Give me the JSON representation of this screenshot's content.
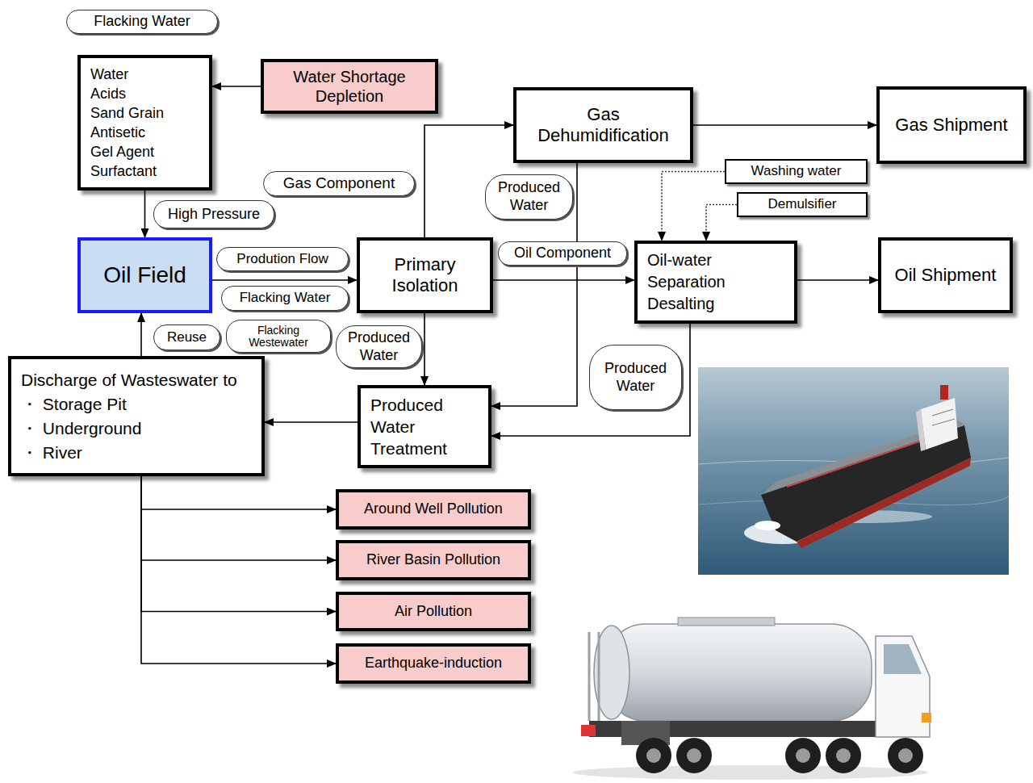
{
  "diagram": {
    "nodes": [
      {
        "text": [
          "Flacking Water"
        ]
      },
      {
        "text": [
          "Water",
          "Acids",
          "Sand Grain",
          "Antisetic",
          "Gel Agent",
          "Surfactant"
        ]
      },
      {
        "text": [
          "Water Shortage Depletion"
        ]
      },
      {
        "text": [
          "Gas Dehumidification"
        ]
      },
      {
        "text": [
          "Gas Shipment"
        ]
      },
      {
        "text": [
          "Gas Component"
        ]
      },
      {
        "text": [
          "Produced Water"
        ]
      },
      {
        "text": [
          "Washing water"
        ]
      },
      {
        "text": [
          "Demulsifier"
        ]
      },
      {
        "text": [
          "High Pressure"
        ]
      },
      {
        "text": [
          "Oil Field"
        ]
      },
      {
        "text": [
          "Prodution Flow"
        ]
      },
      {
        "text": [
          "Primary Isolation"
        ]
      },
      {
        "text": [
          "Oil Component"
        ]
      },
      {
        "text": [
          "Oil-water Separation Desalting"
        ]
      },
      {
        "text": [
          "Oil Shipment"
        ]
      },
      {
        "text": [
          "Flacking Water"
        ]
      },
      {
        "text": [
          "Reuse"
        ]
      },
      {
        "text": [
          "Flacking Westewater"
        ]
      },
      {
        "text": [
          "Produced Water"
        ]
      },
      {
        "text": [
          "Produced Water"
        ]
      },
      {
        "text": [
          "Discharge of Wasteswater to",
          "・ Storage Pit",
          "・ Underground",
          "・ River"
        ]
      },
      {
        "text": [
          "Produced Water Treatment"
        ]
      },
      {
        "text": [
          "Around Well Pollution"
        ]
      },
      {
        "text": [
          "River Basin Pollution"
        ]
      },
      {
        "text": [
          "Air Pollution"
        ]
      },
      {
        "text": [
          "Earthquake-induction"
        ]
      }
    ],
    "edges": [
      {
        "from": 2,
        "to": 1,
        "arrow": "to"
      },
      {
        "from": 1,
        "to": 10,
        "arrow": "to"
      },
      {
        "from": 10,
        "to": 12,
        "arrow": "to"
      },
      {
        "from": 12,
        "to": 3,
        "arrow": "to"
      },
      {
        "from": 12,
        "to": 14,
        "arrow": "to"
      },
      {
        "from": 3,
        "to": 4,
        "arrow": "to"
      },
      {
        "from": 3,
        "to": 22,
        "arrow": "to"
      },
      {
        "from": 7,
        "to": 14,
        "arrow": "to"
      },
      {
        "from": 8,
        "to": 14,
        "arrow": "to"
      },
      {
        "from": 14,
        "to": 15,
        "arrow": "to"
      },
      {
        "from": 14,
        "to": 22,
        "arrow": "to"
      },
      {
        "from": 12,
        "to": 22,
        "arrow": "to"
      },
      {
        "from": 22,
        "to": 21,
        "arrow": "to"
      },
      {
        "from": 21,
        "to": 10,
        "arrow": "to"
      },
      {
        "from": 21,
        "to": 23,
        "arrow": "to"
      },
      {
        "from": 21,
        "to": 24,
        "arrow": "to"
      },
      {
        "from": 21,
        "to": 25,
        "arrow": "to"
      },
      {
        "from": 21,
        "to": 26,
        "arrow": "to"
      }
    ]
  }
}
